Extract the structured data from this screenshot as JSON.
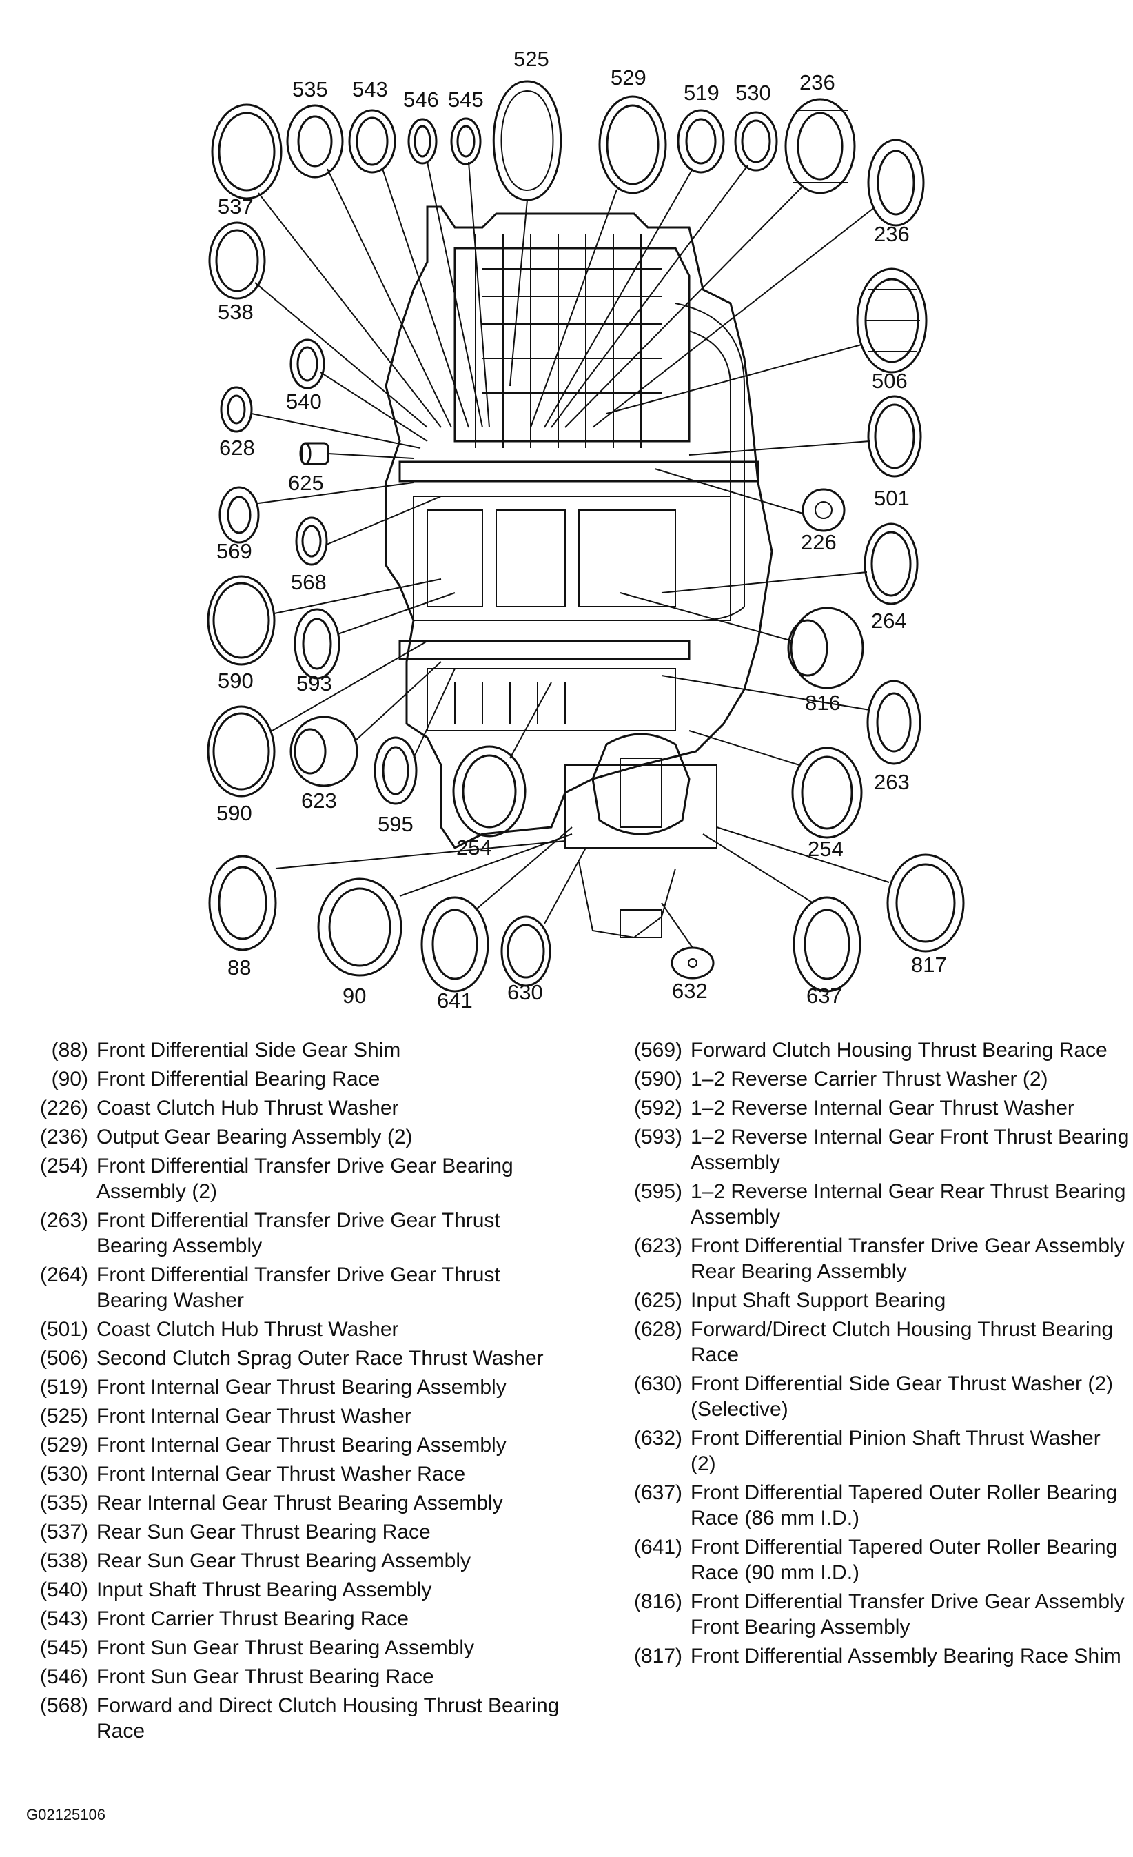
{
  "figure_id": "G02125106",
  "part_labels": [
    "525",
    "535",
    "543",
    "546",
    "545",
    "529",
    "519",
    "530",
    "236",
    "537",
    "236",
    "538",
    "540",
    "506",
    "628",
    "625",
    "501",
    "569",
    "226",
    "568",
    "264",
    "590",
    "593",
    "816",
    "590",
    "623",
    "595",
    "254",
    "263",
    "254",
    "88",
    "90",
    "641",
    "630",
    "632",
    "637",
    "817"
  ],
  "legend": {
    "left": [
      {
        "num": "(88)",
        "text": "Front Differential Side Gear Shim"
      },
      {
        "num": "(90)",
        "text": "Front Differential Bearing Race"
      },
      {
        "num": "(226)",
        "text": "Coast Clutch Hub Thrust Washer"
      },
      {
        "num": "(236)",
        "text": "Output Gear Bearing Assembly (2)"
      },
      {
        "num": "(254)",
        "text": "Front Differential Transfer Drive Gear Bearing Assembly (2)"
      },
      {
        "num": "(263)",
        "text": "Front Differential Transfer Drive Gear Thrust Bearing Assembly"
      },
      {
        "num": "(264)",
        "text": "Front Differential Transfer Drive Gear Thrust Bearing Washer"
      },
      {
        "num": "(501)",
        "text": "Coast Clutch Hub Thrust Washer"
      },
      {
        "num": "(506)",
        "text": "Second Clutch Sprag Outer Race Thrust Washer"
      },
      {
        "num": "(519)",
        "text": "Front Internal Gear Thrust Bearing Assembly"
      },
      {
        "num": "(525)",
        "text": "Front Internal Gear Thrust Washer"
      },
      {
        "num": "(529)",
        "text": "Front Internal Gear Thrust Bearing Assembly"
      },
      {
        "num": "(530)",
        "text": "Front Internal Gear Thrust Washer Race"
      },
      {
        "num": "(535)",
        "text": "Rear Internal Gear Thrust Bearing Assembly"
      },
      {
        "num": "(537)",
        "text": "Rear Sun Gear Thrust Bearing Race"
      },
      {
        "num": "(538)",
        "text": "Rear Sun Gear Thrust Bearing Assembly"
      },
      {
        "num": "(540)",
        "text": "Input Shaft Thrust Bearing Assembly"
      },
      {
        "num": "(543)",
        "text": "Front Carrier Thrust Bearing Race"
      },
      {
        "num": "(545)",
        "text": "Front Sun Gear Thrust Bearing Assembly"
      },
      {
        "num": "(546)",
        "text": "Front Sun Gear Thrust Bearing Race"
      },
      {
        "num": "(568)",
        "text": "Forward and Direct Clutch Housing Thrust Bearing Race"
      }
    ],
    "right": [
      {
        "num": "(569)",
        "text": "Forward Clutch Housing Thrust Bearing Race"
      },
      {
        "num": "(590)",
        "text": "1–2 Reverse Carrier Thrust Washer (2)"
      },
      {
        "num": "(592)",
        "text": "1–2 Reverse Internal Gear Thrust Washer"
      },
      {
        "num": "(593)",
        "text": "1–2 Reverse Internal Gear Front Thrust Bearing Assembly"
      },
      {
        "num": "(595)",
        "text": "1–2 Reverse Internal Gear Rear Thrust Bearing Assembly"
      },
      {
        "num": "(623)",
        "text": "Front Differential Transfer Drive Gear Assembly Rear Bearing Assembly"
      },
      {
        "num": "(625)",
        "text": "Input Shaft Support Bearing"
      },
      {
        "num": "(628)",
        "text": "Forward/Direct Clutch Housing Thrust Bearing Race"
      },
      {
        "num": "(630)",
        "text": "Front Differential Side Gear Thrust Washer (2) (Selective)"
      },
      {
        "num": "(632)",
        "text": "Front Differential Pinion Shaft Thrust Washer (2)"
      },
      {
        "num": "(637)",
        "text": "Front Differential Tapered Outer Roller Bearing Race (86 mm I.D.)"
      },
      {
        "num": "(641)",
        "text": "Front Differential Tapered Outer Roller Bearing Race (90 mm I.D.)"
      },
      {
        "num": "(816)",
        "text": "Front Differential Transfer Drive Gear Assembly Front Bearing Assembly"
      },
      {
        "num": "(817)",
        "text": "Front Differential Assembly Bearing Race Shim"
      }
    ]
  }
}
